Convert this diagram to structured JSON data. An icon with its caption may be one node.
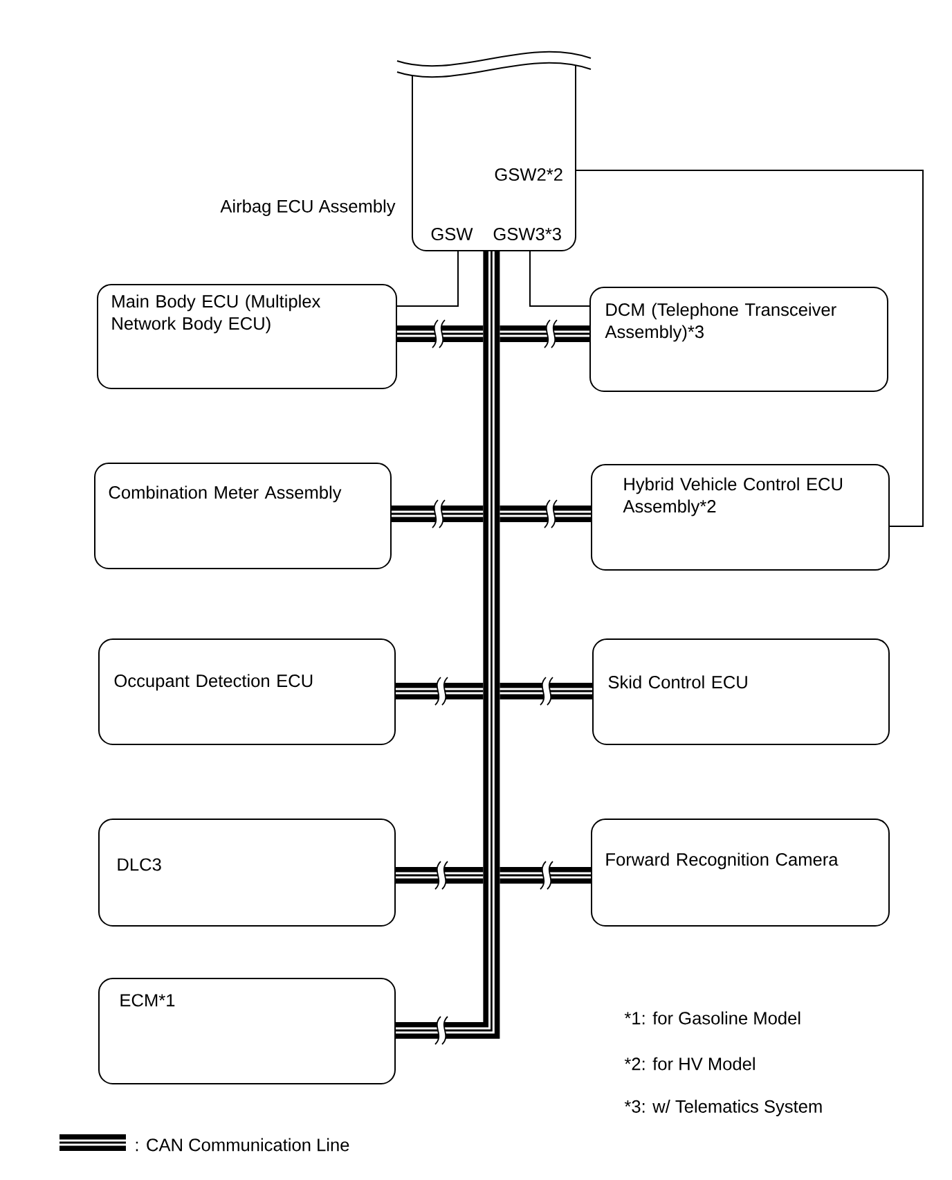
{
  "diagram": {
    "nodes": [
      {
        "text": [
          "Airbag ECU Assembly",
          "GSW2*2",
          "GSW",
          "GSW3*3"
        ]
      },
      {
        "text": [
          "Main Body ECU (Multiplex Network Body ECU)"
        ]
      },
      {
        "text": [
          "DCM (Telephone Transceiver Assembly)*3"
        ]
      },
      {
        "text": [
          "Combination Meter Assembly"
        ]
      },
      {
        "text": [
          "Hybrid Vehicle Control ECU Assembly*2"
        ]
      },
      {
        "text": [
          "Occupant Detection ECU"
        ]
      },
      {
        "text": [
          "Skid Control ECU"
        ]
      },
      {
        "text": [
          "DLC3"
        ]
      },
      {
        "text": [
          "Forward Recognition Camera"
        ]
      },
      {
        "text": [
          "ECM*1"
        ]
      }
    ],
    "edges": [
      {
        "from": 0,
        "to": 1,
        "arrow": "none"
      },
      {
        "from": 0,
        "to": 2,
        "arrow": "none"
      },
      {
        "from": 0,
        "to": 4,
        "arrow": "none"
      },
      {
        "from": 0,
        "to": 1,
        "arrow": "none",
        "style": "thick"
      },
      {
        "from": 0,
        "to": 2,
        "arrow": "none",
        "style": "thick"
      },
      {
        "from": 0,
        "to": 3,
        "arrow": "none",
        "style": "thick"
      },
      {
        "from": 0,
        "to": 4,
        "arrow": "none",
        "style": "thick"
      },
      {
        "from": 0,
        "to": 5,
        "arrow": "none",
        "style": "thick"
      },
      {
        "from": 0,
        "to": 6,
        "arrow": "none",
        "style": "thick"
      },
      {
        "from": 0,
        "to": 7,
        "arrow": "none",
        "style": "thick"
      },
      {
        "from": 0,
        "to": 8,
        "arrow": "none",
        "style": "thick"
      },
      {
        "from": 0,
        "to": 9,
        "arrow": "none",
        "style": "thick"
      }
    ],
    "labels": [
      "*1: for Gasoline Model",
      "*2: for HV Model",
      "*3: w/ Telematics System"
    ],
    "legend": [
      {
        "text": ": CAN Communication Line"
      }
    ]
  }
}
